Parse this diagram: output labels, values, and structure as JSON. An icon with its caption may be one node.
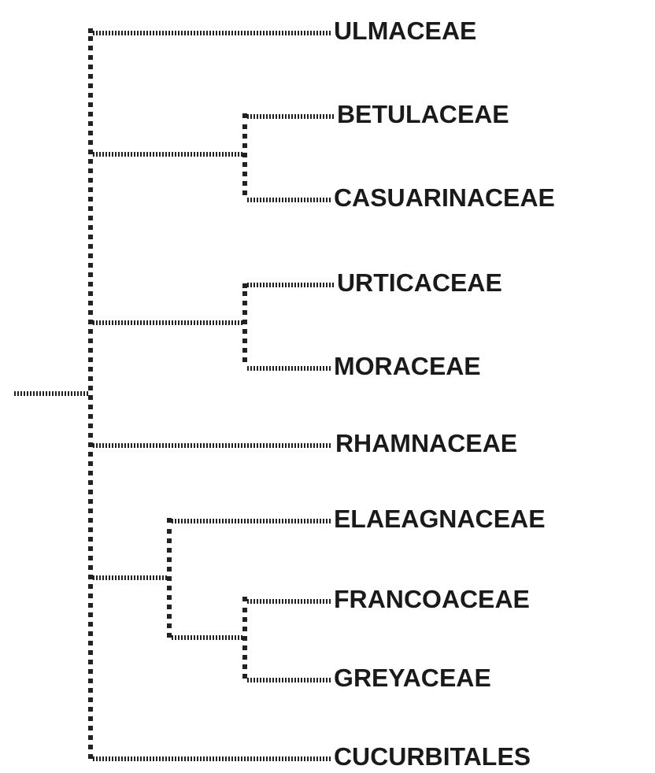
{
  "diagram": {
    "nodes": [
      {
        "text": [],
        "shape": "bar"
      },
      {
        "text": [
          "ULMACEAE"
        ]
      },
      {
        "text": [],
        "shape": "bar"
      },
      {
        "text": [
          "BETULACEAE"
        ]
      },
      {
        "text": [
          "CASUARINACEAE"
        ]
      },
      {
        "text": [],
        "shape": "bar"
      },
      {
        "text": [
          "URTICACEAE"
        ]
      },
      {
        "text": [
          "MORACEAE"
        ]
      },
      {
        "text": [
          "RHAMNACEAE"
        ]
      },
      {
        "text": [],
        "shape": "bar"
      },
      {
        "text": [
          "ELAEAGNACEAE"
        ]
      },
      {
        "text": [],
        "shape": "bar"
      },
      {
        "text": [
          "FRANCOACEAE"
        ]
      },
      {
        "text": [
          "GREYACEAE"
        ]
      },
      {
        "text": [
          "CUCURBITALES"
        ]
      }
    ],
    "edges": [
      {
        "from": null,
        "to": 0,
        "arrow": "none"
      },
      {
        "from": 0,
        "to": 1,
        "arrow": "none"
      },
      {
        "from": 0,
        "to": 2,
        "arrow": "none"
      },
      {
        "from": 2,
        "to": 3,
        "arrow": "none"
      },
      {
        "from": 2,
        "to": 4,
        "arrow": "none"
      },
      {
        "from": 0,
        "to": 5,
        "arrow": "none"
      },
      {
        "from": 5,
        "to": 6,
        "arrow": "none"
      },
      {
        "from": 5,
        "to": 7,
        "arrow": "none"
      },
      {
        "from": 0,
        "to": 8,
        "arrow": "none"
      },
      {
        "from": 0,
        "to": 9,
        "arrow": "none"
      },
      {
        "from": 9,
        "to": 10,
        "arrow": "none"
      },
      {
        "from": 9,
        "to": 11,
        "arrow": "none"
      },
      {
        "from": 11,
        "to": 12,
        "arrow": "none"
      },
      {
        "from": 11,
        "to": 13,
        "arrow": "none"
      },
      {
        "from": 0,
        "to": 14,
        "arrow": "none"
      }
    ]
  }
}
